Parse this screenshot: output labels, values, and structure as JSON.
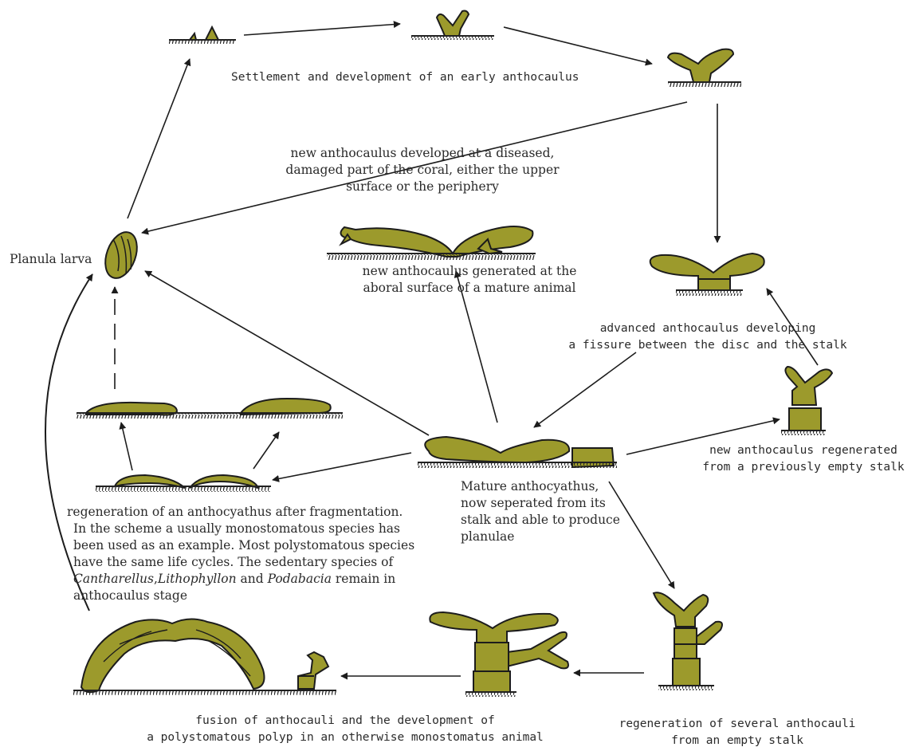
{
  "colors": {
    "body": "#9c9a2c",
    "outline": "#1c1c1c",
    "ground": "#222222",
    "arrow": "#1c1c1c"
  },
  "labels": {
    "settlement": "Settlement and development of an early anthocaulus",
    "planula": "Planula larva",
    "diseased": [
      "new anthocaulus developed at a diseased,",
      "damaged part of the coral, either the upper",
      "surface or the periphery"
    ],
    "aboral": [
      "new anthocaulus generated at the",
      "aboral surface of a mature animal"
    ],
    "advanced": [
      "advanced anthocaulus developing",
      "a fissure between the disc and the stalk"
    ],
    "regenerated_empty": [
      "new anthocaulus regenerated",
      "from a previously empty stalk"
    ],
    "mature": [
      "Mature anthocyathus,",
      "now seperated from its",
      "stalk and able to produce",
      "planulae"
    ],
    "fragmentation": {
      "lines": [
        "regeneration of an anthocyathus after fragmentation.",
        "In the scheme a usually monostomatous species has",
        "been used as an example. Most polystomatous species",
        "have the same life cycles. The sedentary species of"
      ],
      "genus_1": "Cantharellus",
      "sep_1": ",",
      "genus_2": "Lithophyllon",
      "sep_2": " and ",
      "genus_3": "Podabacia",
      "tail": " remain in",
      "last": "anthocaulus stage"
    },
    "fusion": [
      "fusion of anthocauli and the development of",
      "a polystomatous polyp in an otherwise monostomatus animal"
    ],
    "several": [
      "regeneration of several anthocauli",
      "from an empty stalk"
    ]
  }
}
